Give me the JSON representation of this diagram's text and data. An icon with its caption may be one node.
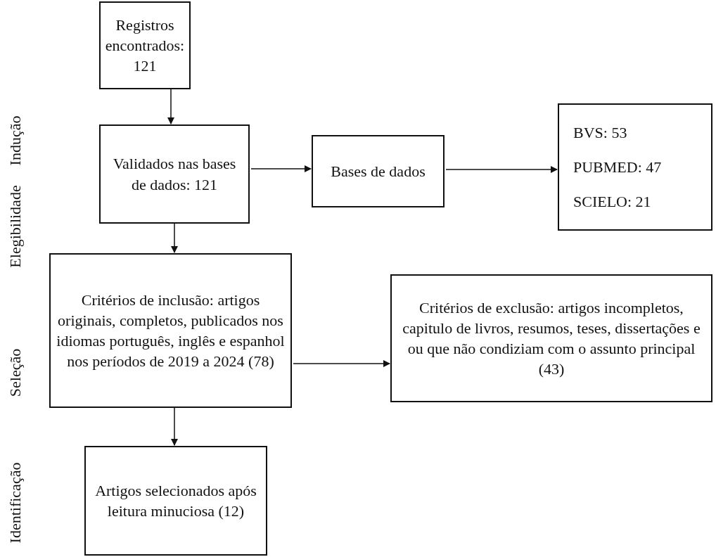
{
  "diagram": {
    "nodes": [
      {
        "text": [
          "Registros encontrados: 121"
        ]
      },
      {
        "text": [
          "Validados nas bases de dados: 121"
        ]
      },
      {
        "text": [
          "Bases de dados"
        ]
      },
      {
        "text": [
          "BVS: 53",
          "PUBMED: 47",
          "SCIELO: 21"
        ]
      },
      {
        "text": [
          "Critérios de inclusão: artigos originais, completos, publicados nos idiomas português, inglês e espanhol nos períodos de 2019 a 2024 (78)"
        ]
      },
      {
        "text": [
          "Critérios de exclusão: artigos incompletos, capitulo de livros, resumos, teses, dissertações e ou que não condiziam com o assunto principal (43)"
        ]
      },
      {
        "text": [
          "Artigos selecionados após leitura minuciosa (12)"
        ]
      }
    ],
    "edges": [
      {
        "from": 0,
        "to": 1,
        "arrow": "to"
      },
      {
        "from": 1,
        "to": 2,
        "arrow": "to"
      },
      {
        "from": 2,
        "to": 3,
        "arrow": "to"
      },
      {
        "from": 1,
        "to": 4,
        "arrow": "to"
      },
      {
        "from": 4,
        "to": 5,
        "arrow": "to"
      },
      {
        "from": 4,
        "to": 6,
        "arrow": "to"
      }
    ],
    "labels": [
      "Indução",
      "Elegibilidade",
      "Seleção",
      "Identificação"
    ]
  }
}
